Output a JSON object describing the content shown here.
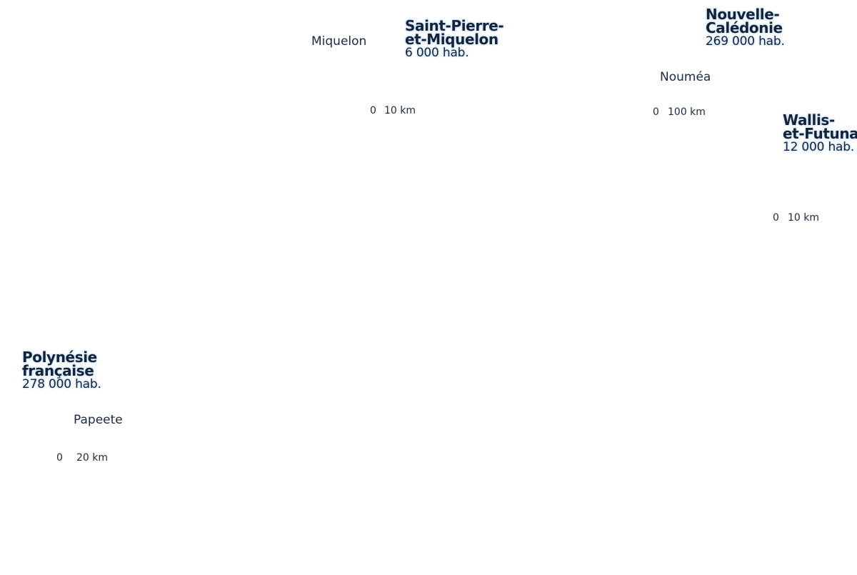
{
  "territories": {
    "spm": {
      "name_line1": "Saint-Pierre-",
      "name_line2": "et-Miquelon",
      "population": "6 000 hab.",
      "city": "Miquelon",
      "scale_zero": "0",
      "scale_label": "10 km"
    },
    "nc": {
      "name_line1": "Nouvelle-",
      "name_line2": "Calédonie",
      "population": "269 000 hab.",
      "city": "Nouméa",
      "scale_zero": "0",
      "scale_label": "100 km"
    },
    "wf": {
      "name_line1": "Wallis-",
      "name_line2": "et-Futuna",
      "population": "12 000 hab.",
      "scale_zero": "0",
      "scale_label": "10 km"
    },
    "pf": {
      "name_line1": "Polynésie",
      "name_line2": "française",
      "population": "278 000 hab.",
      "city": "Papeete",
      "scale_zero": "0",
      "scale_label": "20 km"
    }
  },
  "colors": {
    "text": "#13233a",
    "halo": "#dbeaf8",
    "background": "#ffffff"
  }
}
